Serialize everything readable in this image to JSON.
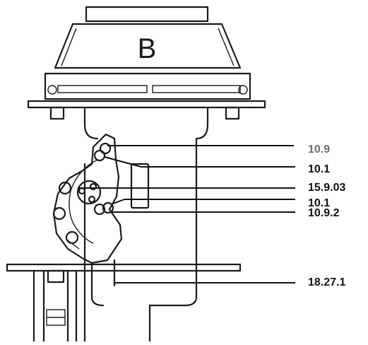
{
  "diagram": {
    "housing_label": "B",
    "callouts": [
      {
        "id": "c1",
        "text": "10.9"
      },
      {
        "id": "c2",
        "text": "10.1"
      },
      {
        "id": "c3",
        "text": "15.9.03"
      },
      {
        "id": "c4",
        "text": "10.1"
      },
      {
        "id": "c5",
        "text": "10.9.2"
      },
      {
        "id": "c6",
        "text": "18.27.1"
      }
    ],
    "colors": {
      "line": "#1a1a1a",
      "callout_light": "#6e6e6e"
    }
  }
}
